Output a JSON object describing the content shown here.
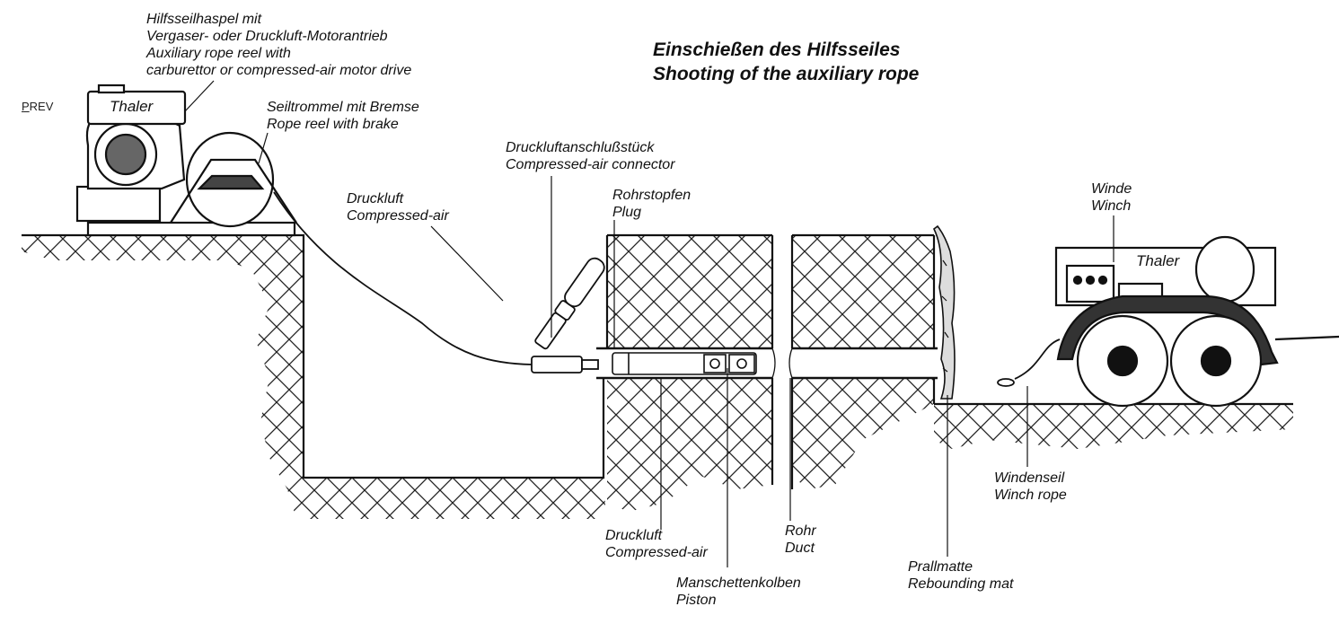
{
  "nav": {
    "prev_label": "PREV"
  },
  "title": {
    "line1": "Einschießen des Hilfsseiles",
    "line2": "Shooting of the auxiliary rope"
  },
  "labels": {
    "reel_drive": {
      "de1": "Hilfsseilhaspel mit",
      "de2": "Vergaser- oder Druckluft-Motorantrieb",
      "en1": "Auxiliary rope reel with",
      "en2": "carburettor or compressed-air motor drive"
    },
    "rope_reel": {
      "de": "Seiltrommel mit Bremse",
      "en": "Rope reel with brake"
    },
    "connector": {
      "de": "Druckluftanschlußstück",
      "en": "Compressed-air connector"
    },
    "air_top": {
      "de": "Druckluft",
      "en": "Compressed-air"
    },
    "plug": {
      "de": "Rohrstopfen",
      "en": "Plug"
    },
    "winch": {
      "de": "Winde",
      "en": "Winch"
    },
    "air_bottom": {
      "de": "Druckluft",
      "en": "Compressed-air"
    },
    "piston": {
      "de": "Manschettenkolben",
      "en": "Piston"
    },
    "duct": {
      "de": "Rohr",
      "en": "Duct"
    },
    "mat": {
      "de": "Prallmatte",
      "en": "Rebounding mat"
    },
    "winch_rope": {
      "de": "Windenseil",
      "en": "Winch rope"
    }
  },
  "brands": {
    "reel_unit": "Thaler",
    "winch_trailer": "Thaler"
  }
}
